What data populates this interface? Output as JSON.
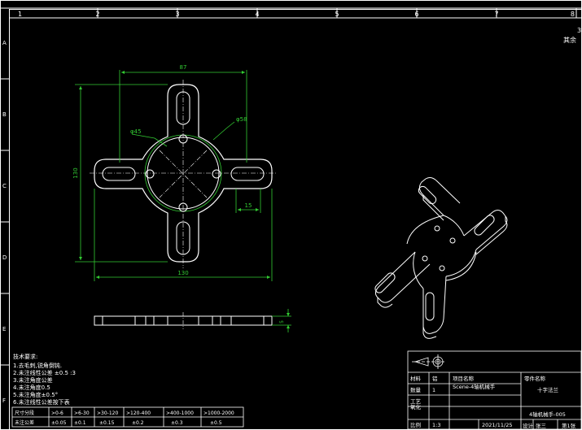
{
  "border": {
    "columns": [
      "1",
      "2",
      "3",
      "4",
      "5",
      "6",
      "7",
      "8"
    ],
    "rows": [
      "A",
      "B",
      "C",
      "D",
      "E",
      "F"
    ],
    "corner_text": [
      "3",
      "其余"
    ]
  },
  "dimensions": {
    "top_width": "87",
    "left_height": "130",
    "bottom_width": "130",
    "inner_diameter": "φ45",
    "outer_diameter": "φ58",
    "slot_width": "15",
    "thickness": "5"
  },
  "notes": {
    "heading": "技术要求:",
    "lines": [
      "1.去毛刺,锐角倒钝.",
      "2.未注线性公差          ±0.5 :3",
      "3.未注角度公差",
      "4.未注角度0.5",
      "5.未注角度±0.5°",
      "6.未注线性公差按下表"
    ]
  },
  "tolerance_table": {
    "row_labels": [
      "尺寸分段",
      "未注公差"
    ],
    "ranges": [
      ">0-6",
      ">6-30",
      ">30-120",
      ">120-400",
      ">400-1000",
      ">1000-2000"
    ],
    "values": [
      "±0.05",
      "±0.1",
      "±0.15",
      "±0.2",
      "±0.3",
      "±0.5"
    ]
  },
  "title_block": {
    "material_label": "材料",
    "material_value": "铝",
    "qty_label": "数量",
    "qty_value": "1",
    "process_label": "工艺",
    "process_value": "氧化",
    "project_label": "项目名称",
    "project_value": "Scene-4轴机械手",
    "part_label": "零件名称",
    "part_value": "十字法兰",
    "part_number": "4轴机械手-005",
    "scale_label": "比例",
    "scale_value": "1:3",
    "date": "2021/11/25",
    "sign_label": "设计",
    "designer": "张三",
    "page_label": "第1张"
  }
}
